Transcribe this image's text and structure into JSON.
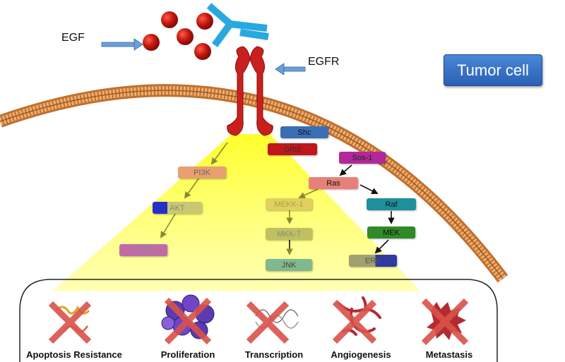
{
  "ligand": {
    "label": "EGF"
  },
  "receptor": {
    "label": "EGFR"
  },
  "cell_label": "Tumor cell",
  "pathway_nodes": {
    "shc": "Shc",
    "grb2": "Grb2",
    "sos1": "Sos-1",
    "pi3k": "PI3K",
    "ras": "Ras",
    "akt": "AKT",
    "mekk1": "MEKK-1",
    "raf": "Raf",
    "mkk7": "MKK-7",
    "mek": "MEK",
    "mtor": "mTOR",
    "jnk": "JNK",
    "erk": "ERK"
  },
  "outcomes": [
    "Apoptosis Resistance",
    "Proliferation",
    "Transcription",
    "Angiogenesis",
    "Metastasis"
  ],
  "colors": {
    "membrane": "#d98a45",
    "receptor": "#c8201e",
    "ligand": "#b8140f",
    "antibody": "#29a8e0",
    "cone": "#ffff33",
    "cross": "#d9534a",
    "shc": "#3b6fb5",
    "grb2": "#c0171a",
    "sos1": "#b1289a",
    "pi3k": "#e07a74",
    "ras": "#e86f6b",
    "akt": "#3d48c4",
    "mekk1": "#d9c35a",
    "raf": "#1f8f9c",
    "mkk7": "#9a9d3a",
    "mek": "#2f8a27",
    "mtor": "#a0279b",
    "jnk": "#3a8f8a",
    "erk": "#2f3aa0"
  }
}
